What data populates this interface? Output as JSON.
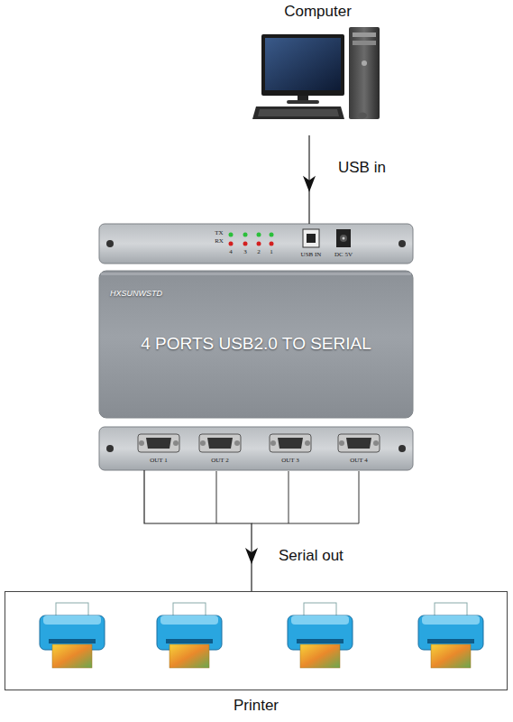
{
  "diagram": {
    "nodes": [
      {
        "text": [
          "Computer"
        ]
      },
      {
        "text": [
          "TX",
          "RX",
          "4",
          "3",
          "2",
          "1",
          "USB IN",
          "DC 5V"
        ]
      },
      {
        "text": [
          "HXSUNWSTD",
          "4 PORTS USB2.0 TO SERIAL"
        ]
      },
      {
        "text": [
          "OUT 1",
          "OUT 2",
          "OUT 3",
          "OUT 4"
        ]
      },
      {
        "text": [
          "Printer"
        ]
      }
    ],
    "edges": [
      {
        "from": 0,
        "to": 1,
        "label": "USB in",
        "arrow": "to"
      },
      {
        "from": 3,
        "to": 4,
        "label": "Serial out",
        "arrow": "to"
      }
    ]
  }
}
